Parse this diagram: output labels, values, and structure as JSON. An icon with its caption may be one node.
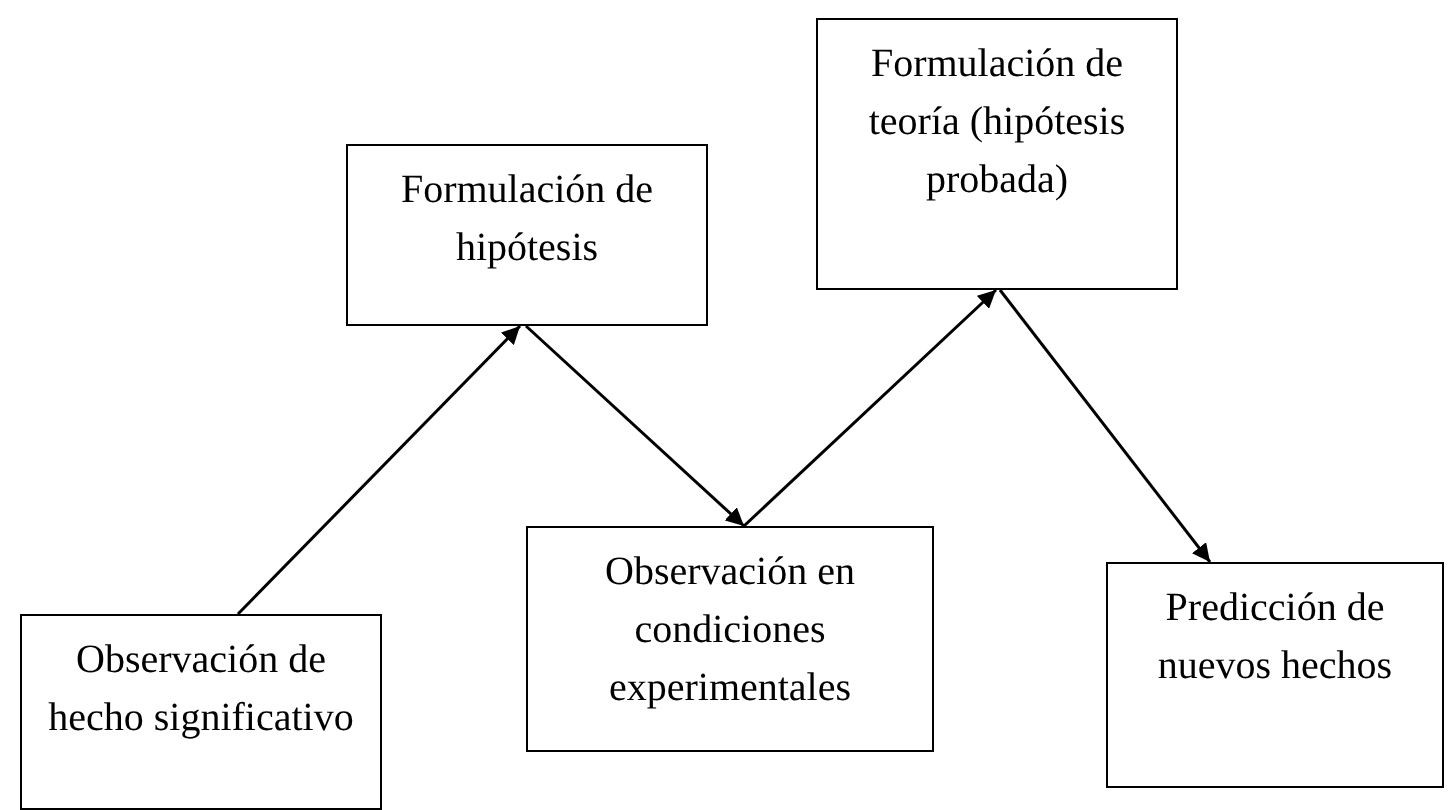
{
  "diagram": {
    "nodes": [
      {
        "text": [
          "Observación de hecho significativo"
        ]
      },
      {
        "text": [
          "Formulación de hipótesis"
        ]
      },
      {
        "text": [
          "Observación en condiciones experimentales"
        ]
      },
      {
        "text": [
          "Formulación de teoría (hipótesis probada)"
        ]
      },
      {
        "text": [
          "Predicción de nuevos hechos"
        ]
      }
    ],
    "edges": [
      {
        "from": 0,
        "to": 1,
        "arrow": "to"
      },
      {
        "from": 1,
        "to": 2,
        "arrow": "to"
      },
      {
        "from": 2,
        "to": 3,
        "arrow": "to"
      },
      {
        "from": 3,
        "to": 4,
        "arrow": "to"
      }
    ]
  }
}
